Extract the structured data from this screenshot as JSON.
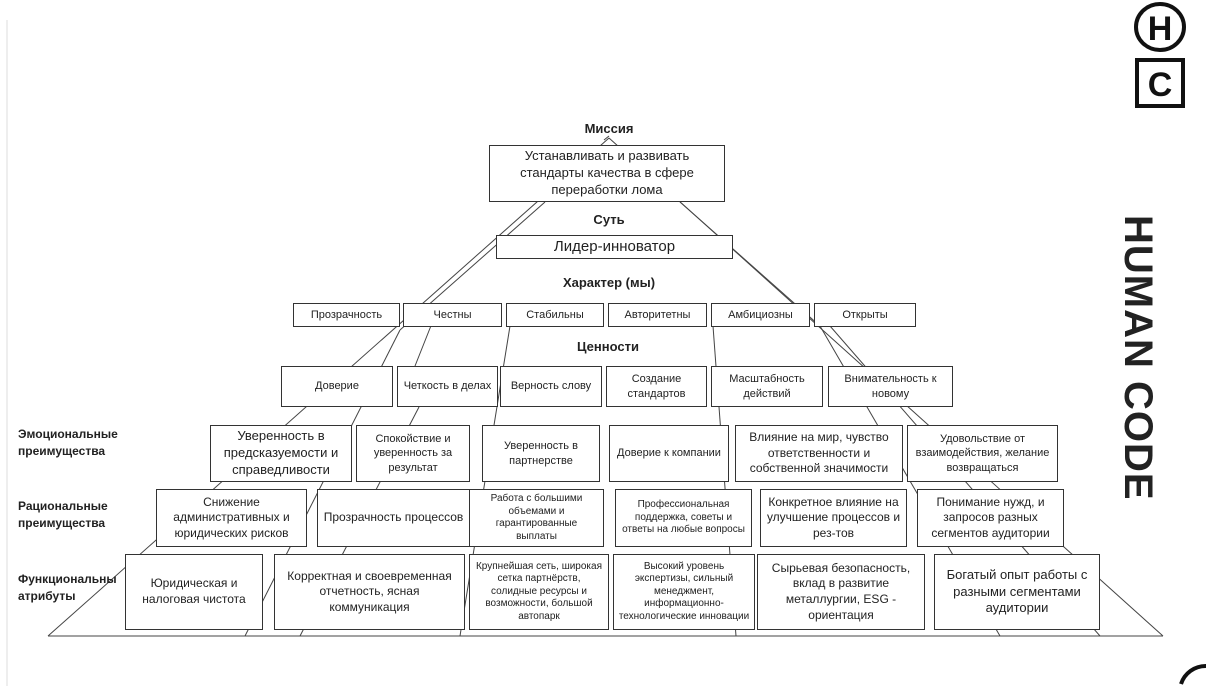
{
  "levels": {
    "mission": {
      "label": "Миссия",
      "text": "Устанавливать и развивать стандарты качества в сфере переработки лома"
    },
    "essence": {
      "label": "Суть",
      "text": "Лидер-инноватор"
    },
    "character": {
      "label": "Характер (мы)",
      "items": [
        "Прозрачность",
        "Честны",
        "Стабильны",
        "Авторитетны",
        "Амбициозны",
        "Открыты"
      ]
    },
    "values": {
      "label": "Ценности",
      "items": [
        "Доверие",
        "Четкость в делах",
        "Верность слову",
        "Создание стандартов",
        "Масштабность действий",
        "Внимательность к новому"
      ]
    },
    "emotional": {
      "label": "Эмоциональные преимущества",
      "items": [
        "Уверенность в предсказуемости и справедливости",
        "Спокойствие и уверенность за результат",
        "Уверенность в партнерстве",
        "Доверие к компании",
        "Влияние на мир, чувство ответственности и собственной значимости",
        "Удовольствие  от взаимодействия, желание возвращаться"
      ]
    },
    "rational": {
      "label": "Рациональные преимущества",
      "items": [
        "Снижение административных и юридических рисков",
        "Прозрачность процессов",
        "Работа с большими объемами и гарантированные выплаты",
        "Профессиональная поддержка, советы и ответы на любые вопросы",
        "Конкретное влияние на улучшение процессов и рез-тов",
        "Понимание нужд, и запросов разных сегментов аудитории"
      ]
    },
    "functional": {
      "label": "Функциональны атрибуты",
      "items": [
        "Юридическая и налоговая чистота",
        "Корректная и своевременная отчетность, ясная коммуникация",
        "Крупнейшая сеть, широкая сетка партнёрств, солидные ресурсы и возможности, большой автопарк",
        "Высокий уровень экспертизы, сильный менеджмент, информационно-технологические инновации",
        "Сырьевая безопасность, вклад в развитие металлургии, ESG - ориентация",
        "Богатый опыт работы с разными сегментами аудитории"
      ]
    }
  },
  "brand": {
    "logo_letters": [
      "H",
      "C"
    ],
    "name": "HUMAN CODE"
  }
}
